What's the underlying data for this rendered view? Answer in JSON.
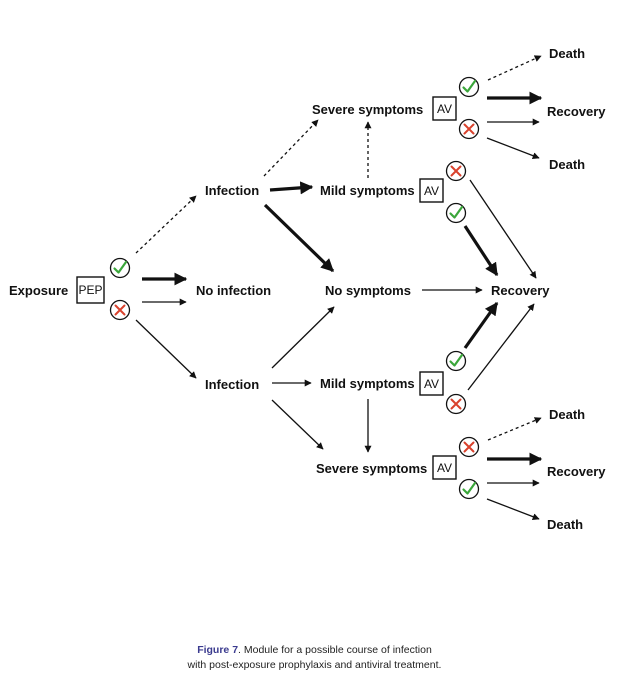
{
  "nodes": {
    "exposure": "Exposure",
    "pep": "PEP",
    "no_infection": "No infection",
    "infection_top": "Infection",
    "infection_bottom": "Infection",
    "severe_top": "Severe symptoms",
    "mild_top": "Mild symptoms",
    "no_symptoms": "No symptoms",
    "recovery_center": "Recovery",
    "mild_bottom": "Mild symptoms",
    "severe_bottom": "Severe symptoms",
    "av_severe_top": "AV",
    "av_mild_top": "AV",
    "av_mild_bottom": "AV",
    "av_severe_bottom": "AV",
    "death_1": "Death",
    "recovery_1": "Recovery",
    "death_2": "Death",
    "death_3": "Death",
    "recovery_3": "Recovery",
    "death_4": "Death"
  },
  "caption": {
    "label": "Figure 7",
    "line1": ". Module for a possible course of infection",
    "line2": "with post-exposure prophylaxis and antiviral treatment."
  },
  "colors": {
    "check": "#3aa63a",
    "cross": "#d9412c",
    "arrow": "#111111",
    "caption_label": "#3b3b8f"
  }
}
